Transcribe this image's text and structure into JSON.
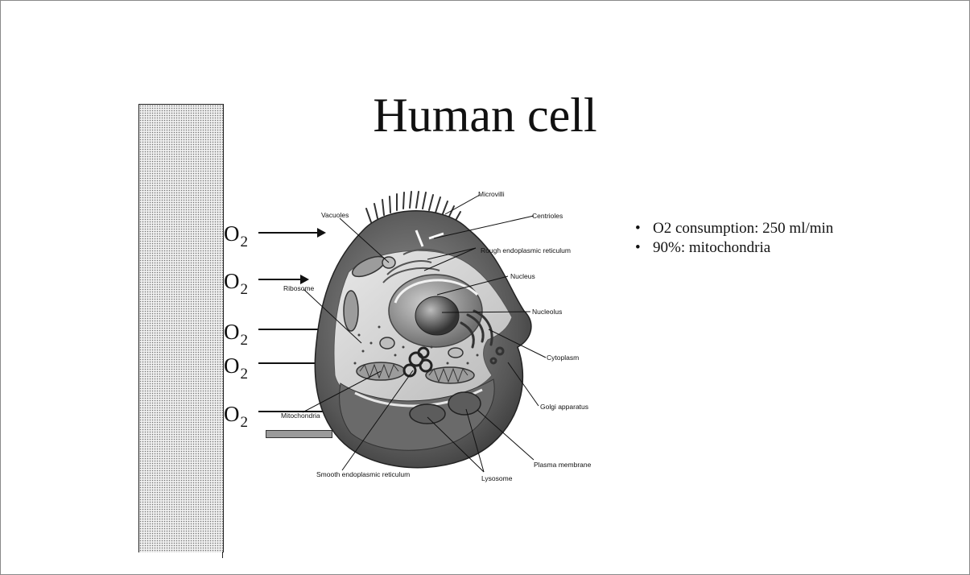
{
  "slide": {
    "title": "Human cell",
    "bullets": [
      "O2 consumption: 250 ml/min",
      "90%: mitochondria"
    ],
    "oxygen": [
      {
        "base": "O",
        "sub": "2"
      },
      {
        "base": "O",
        "sub": "2"
      },
      {
        "base": "O",
        "sub": "2"
      },
      {
        "base": "O",
        "sub": "2"
      },
      {
        "base": "O",
        "sub": "2"
      }
    ]
  },
  "cell_labels": {
    "microvilli": "Microvilli",
    "centrioles": "Centrioles",
    "rough_er": "Rough endoplasmic reticulum",
    "vacuoles": "Vacuoles",
    "nucleus": "Nucleus",
    "ribosome": "Ribosome",
    "nucleolus": "Nucleolus",
    "cytoplasm": "Cytoplasm",
    "golgi": "Golgi apparatus",
    "mitochondria": "Mitochondria",
    "plasma_membrane": "Plasma membrane",
    "smooth_er": "Smooth endoplasmic reticulum",
    "lysosome": "Lysosome"
  },
  "colors": {
    "wall_fill": "#efefef",
    "cell_dark": "#4a4a4a",
    "cell_light": "#d9d9d9"
  }
}
